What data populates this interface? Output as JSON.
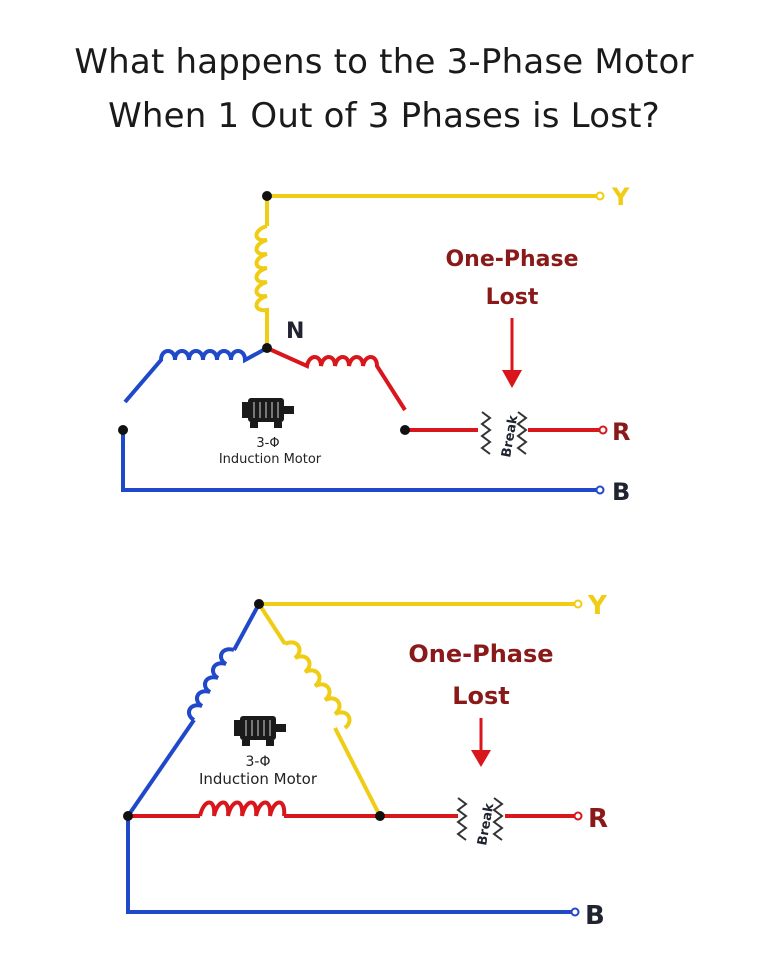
{
  "title": {
    "line1": "What happens to the 3-Phase Motor",
    "line2": "When 1 Out of 3 Phases is Lost?"
  },
  "colors": {
    "y_phase": "#f0cc14",
    "r_phase": "#d9161b",
    "b_phase": "#1f49c9",
    "label": "#8a1a1a",
    "node": "#111111",
    "arrow": "#d9161b"
  },
  "star": {
    "neutral_label": "N",
    "callout_line1": "One-Phase",
    "callout_line2": "Lost",
    "break_label": "Break",
    "terminal_y": "Y",
    "terminal_r": "R",
    "terminal_b": "B",
    "motor_line1": "3-Φ",
    "motor_line2": "Induction Motor"
  },
  "delta": {
    "callout_line1": "One-Phase",
    "callout_line2": "Lost",
    "break_label": "Break",
    "terminal_y": "Y",
    "terminal_r": "R",
    "terminal_b": "B",
    "motor_line1": "3-Φ",
    "motor_line2": "Induction Motor"
  }
}
